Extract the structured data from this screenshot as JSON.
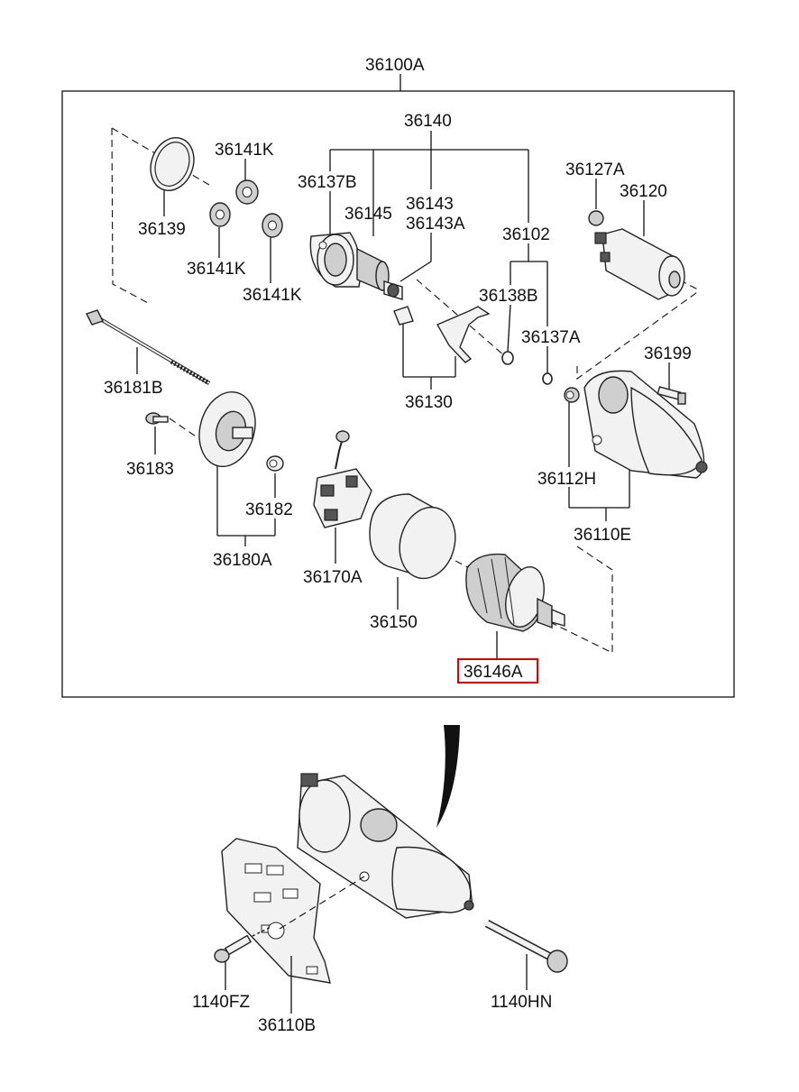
{
  "labels": {
    "assembly": "36100A",
    "n36140": "36140",
    "n36141K_a": "36141K",
    "n36141K_b": "36141K",
    "n36141K_c": "36141K",
    "n36139": "36139",
    "n36137B": "36137B",
    "n36145": "36145",
    "n36143": "36143",
    "n36143A": "36143A",
    "n36102": "36102",
    "n36127A": "36127A",
    "n36120": "36120",
    "n36138B": "36138B",
    "n36137A": "36137A",
    "n36130": "36130",
    "n36181B": "36181B",
    "n36199": "36199",
    "n36183": "36183",
    "n36182": "36182",
    "n36112H": "36112H",
    "n36110E": "36110E",
    "n36180A": "36180A",
    "n36170A": "36170A",
    "n36150": "36150",
    "n36146A": "36146A",
    "n1140FZ": "1140FZ",
    "n36110B": "36110B",
    "n1140HN": "1140HN"
  },
  "highlighted_part": "36146A",
  "colors": {
    "highlight": "#e00000",
    "line": "#111111"
  }
}
